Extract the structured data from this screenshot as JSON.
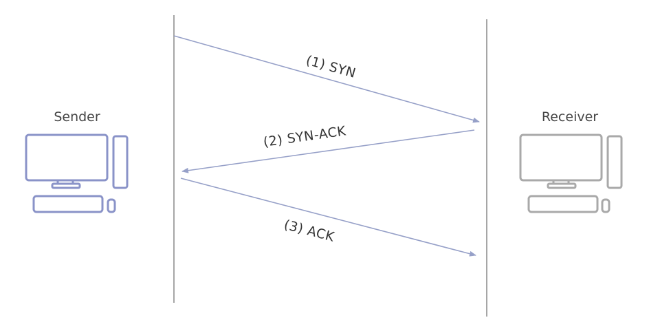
{
  "nodes": {
    "sender": {
      "label": "Sender",
      "color": "#8a93c8"
    },
    "receiver": {
      "label": "Receiver",
      "color": "#a9a9a9"
    }
  },
  "messages": [
    {
      "label": "(1)  SYN"
    },
    {
      "label": "(2)  SYN-ACK"
    },
    {
      "label": "(3)  ACK"
    }
  ],
  "colors": {
    "timeline": "#888888",
    "arrow": "#96a0c8"
  }
}
